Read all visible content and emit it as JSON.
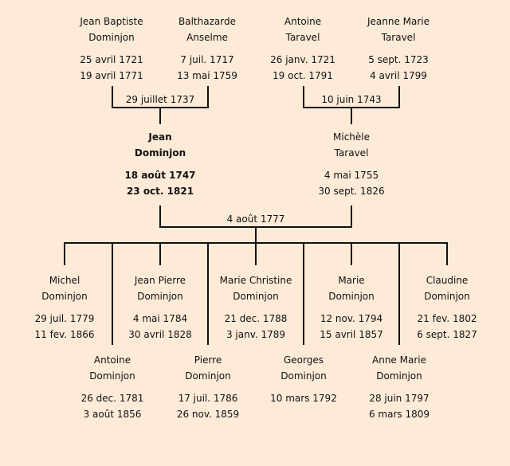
{
  "grandparents": [
    {
      "first": "Jean Baptiste",
      "last": "Dominjon",
      "birth": "25 avril 1721",
      "death": "19 avril 1771"
    },
    {
      "first": "Balthazarde",
      "last": "Anselme",
      "birth": "7 juil. 1717",
      "death": "13 mai 1759"
    },
    {
      "first": "Antoine",
      "last": "Taravel",
      "birth": "26 janv. 1721",
      "death": "19 oct. 1791"
    },
    {
      "first": "Jeanne Marie",
      "last": "Taravel",
      "birth": "5 sept. 1723",
      "death": "4 avril 1799"
    }
  ],
  "marriages": {
    "paternal": "29 juillet 1737",
    "maternal": "10 juin 1743",
    "parents": "4 août 1777"
  },
  "parents": [
    {
      "first": "Jean",
      "last": "Dominjon",
      "birth": "18 août 1747",
      "death": "23 oct. 1821"
    },
    {
      "first": "Michèle",
      "last": "Taravel",
      "birth": "4 mai 1755",
      "death": "30 sept. 1826"
    }
  ],
  "children": [
    {
      "first": "Michel",
      "last": "Dominjon",
      "birth": "29 juil. 1779",
      "death": "11 fev. 1866"
    },
    {
      "first": "Antoine",
      "last": "Dominjon",
      "birth": "26 dec. 1781",
      "death": "3 août 1856"
    },
    {
      "first": "Jean Pierre",
      "last": "Dominjon",
      "birth": "4 mai 1784",
      "death": "30 avril 1828"
    },
    {
      "first": "Pierre",
      "last": "Dominjon",
      "birth": "17 juil. 1786",
      "death": "26 nov. 1859"
    },
    {
      "first": "Marie Christine",
      "last": "Dominjon",
      "birth": "21 dec. 1788",
      "death": "3 janv. 1789"
    },
    {
      "first": "Georges",
      "last": "Dominjon",
      "birth": "10 mars 1792",
      "death": ""
    },
    {
      "first": "Marie",
      "last": "Dominjon",
      "birth": "12 nov. 1794",
      "death": "15 avril 1857"
    },
    {
      "first": "Anne Marie",
      "last": "Dominjon",
      "birth": "28 juin 1797",
      "death": "6 mars 1809"
    },
    {
      "first": "Claudine",
      "last": "Dominjon",
      "birth": "21 fev. 1802",
      "death": "6 sept. 1827"
    }
  ]
}
